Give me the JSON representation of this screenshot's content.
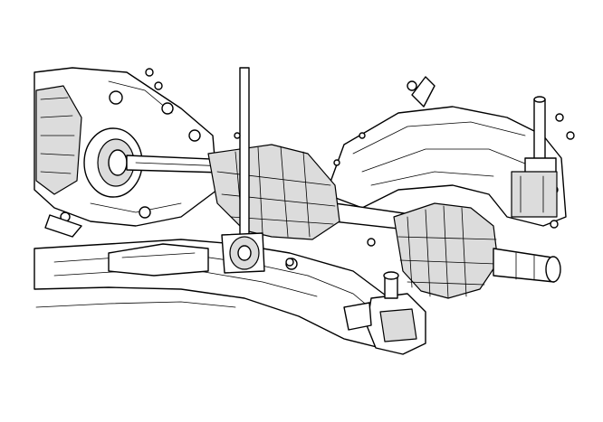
{
  "figure": {
    "kind": "line-art illustration",
    "subject_components": [
      "transaxle-housing",
      "differential-seal",
      "front-drive-axle-shaft",
      "inner-cv-boot",
      "outer-cv-boot",
      "stub-shaft",
      "stabilizer-link",
      "lower-control-arm",
      "ball-joint",
      "strut-mount-bolt",
      "frame-crossmember"
    ],
    "colors": {
      "line": "#000000",
      "background": "#ffffff",
      "shade": "#dcdcdc"
    }
  }
}
